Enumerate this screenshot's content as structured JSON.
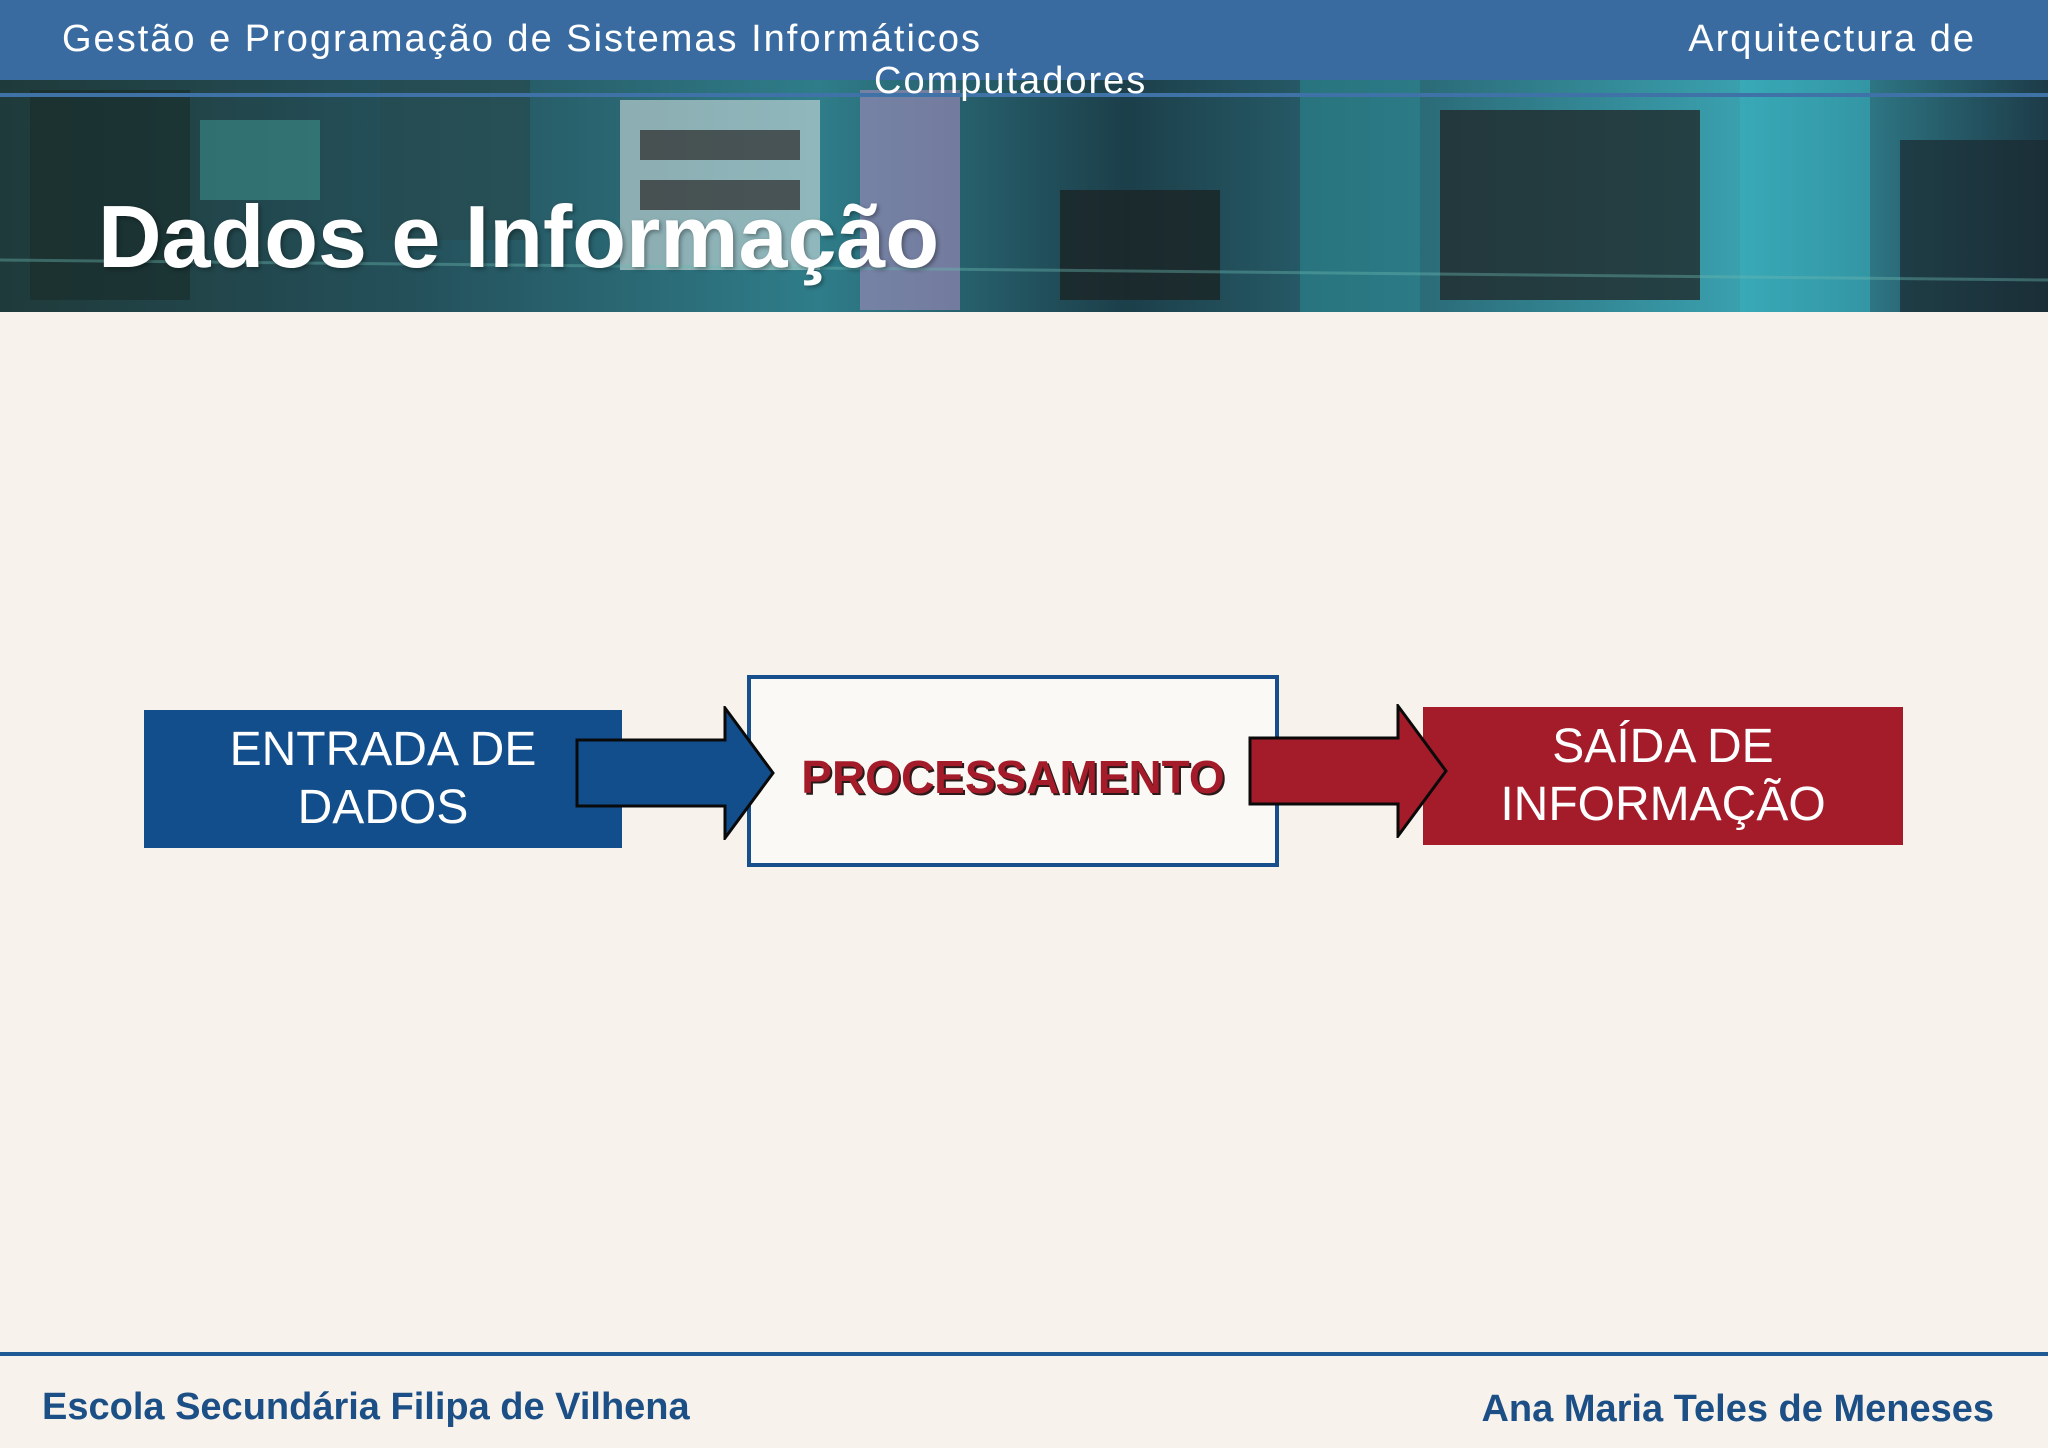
{
  "header": {
    "subject": "Gestão e Programação de Sistemas Informáticos",
    "module_line1": "Arquitectura de",
    "module_line2": "Computadores"
  },
  "slide": {
    "title": "Dados e Informação"
  },
  "diagram": {
    "input_line1": "ENTRADA DE",
    "input_line2": "DADOS",
    "process": "PROCESSAMENTO",
    "output_line1": "SAÍDA DE",
    "output_line2": "INFORMAÇÃO",
    "colors": {
      "input": "#134e8c",
      "process_text": "#a41b2a",
      "output": "#a41b2a"
    }
  },
  "footer": {
    "school": "Escola Secundária Filipa de Vilhena",
    "author": "Ana Maria Teles de Meneses"
  }
}
